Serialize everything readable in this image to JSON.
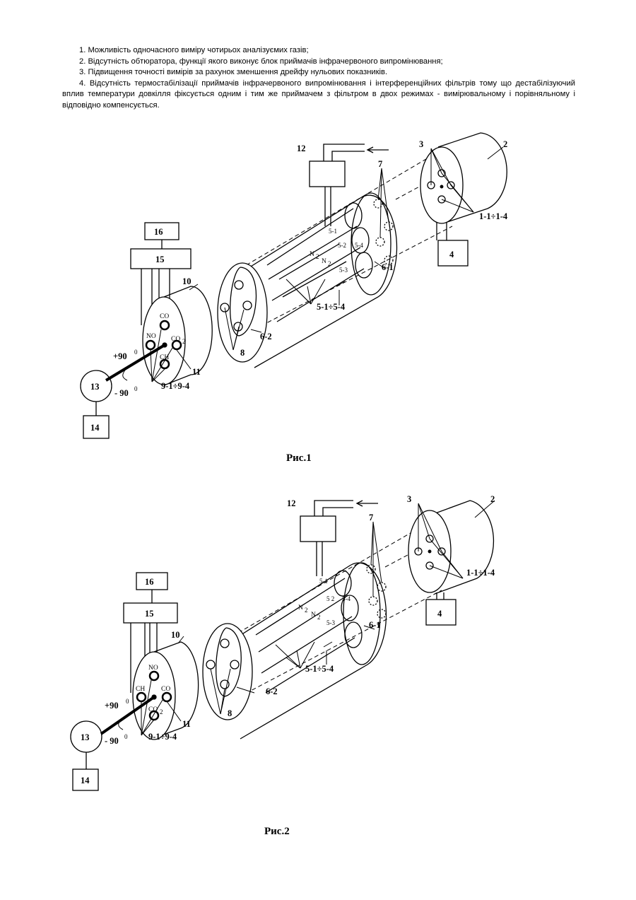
{
  "text": {
    "items": [
      "1. Можливість одночасного виміру чотирьох аналізуємих газів;",
      "2. Відсутність обтюратора, функції якого виконує блок приймачів інфрачервоного випромінювання;",
      "3. Підвищення точності вимірів за рахунок зменшення дрейфу нульових показників.",
      "4. Відсутність термостабілізації приймачів інфрачервоного випромінювання і інтерференційних фільтрів тому що дестабілізуючий вплив температури довкілля фіксується одним і тим же приймачем з фільтром в двох режимах - вимірювальному і порівняльному і відповідно компенсується."
    ]
  },
  "figures": [
    {
      "caption": "Рис.1",
      "labels": {
        "l12": "12",
        "l3": "3",
        "l2": "2",
        "l7": "7",
        "l1": "1-1÷1-4",
        "l4": "4",
        "l16": "16",
        "l15": "15",
        "l10": "10",
        "l61": "6-1",
        "l62": "6-2",
        "l8": "8",
        "l5": "5-1÷5-4",
        "l11": "11",
        "l9": "9-1÷9-4",
        "l13": "13",
        "l14": "14",
        "p90": "+90",
        "m90": "- 90",
        "deg": "0",
        "t51": "5-1",
        "t52": "5-2",
        "t53": "5-3",
        "t54": "5-4",
        "n2a": "N",
        "n2b": "N",
        "sub2": "2"
      },
      "gases": {
        "g1": "CO",
        "g2": "NO",
        "g3": "CO",
        "g3sub": "2",
        "g4": "CH"
      }
    },
    {
      "caption": "Рис.2",
      "labels": {
        "l12": "12",
        "l3": "3",
        "l2": "2",
        "l7": "7",
        "l1": "1-1÷1-4",
        "l4": "4",
        "l16": "16",
        "l15": "15",
        "l10": "10",
        "l61": "6-1",
        "l62": "6-2",
        "l8": "8",
        "l5": "5-1÷5-4",
        "l11": "11",
        "l9": "9-1÷9-4",
        "l13": "13",
        "l14": "14",
        "p90": "+90",
        "m90": "- 90",
        "deg": "0",
        "t51": "5-1",
        "t52": "5 2",
        "t53": "5-3",
        "t54": "5-4",
        "n2a": "N",
        "n2b": "N",
        "sub2": "2"
      },
      "gases": {
        "g1": "NO",
        "g2": "CH",
        "g3": "CO",
        "g4": "CO",
        "g4sub": "2"
      }
    }
  ]
}
